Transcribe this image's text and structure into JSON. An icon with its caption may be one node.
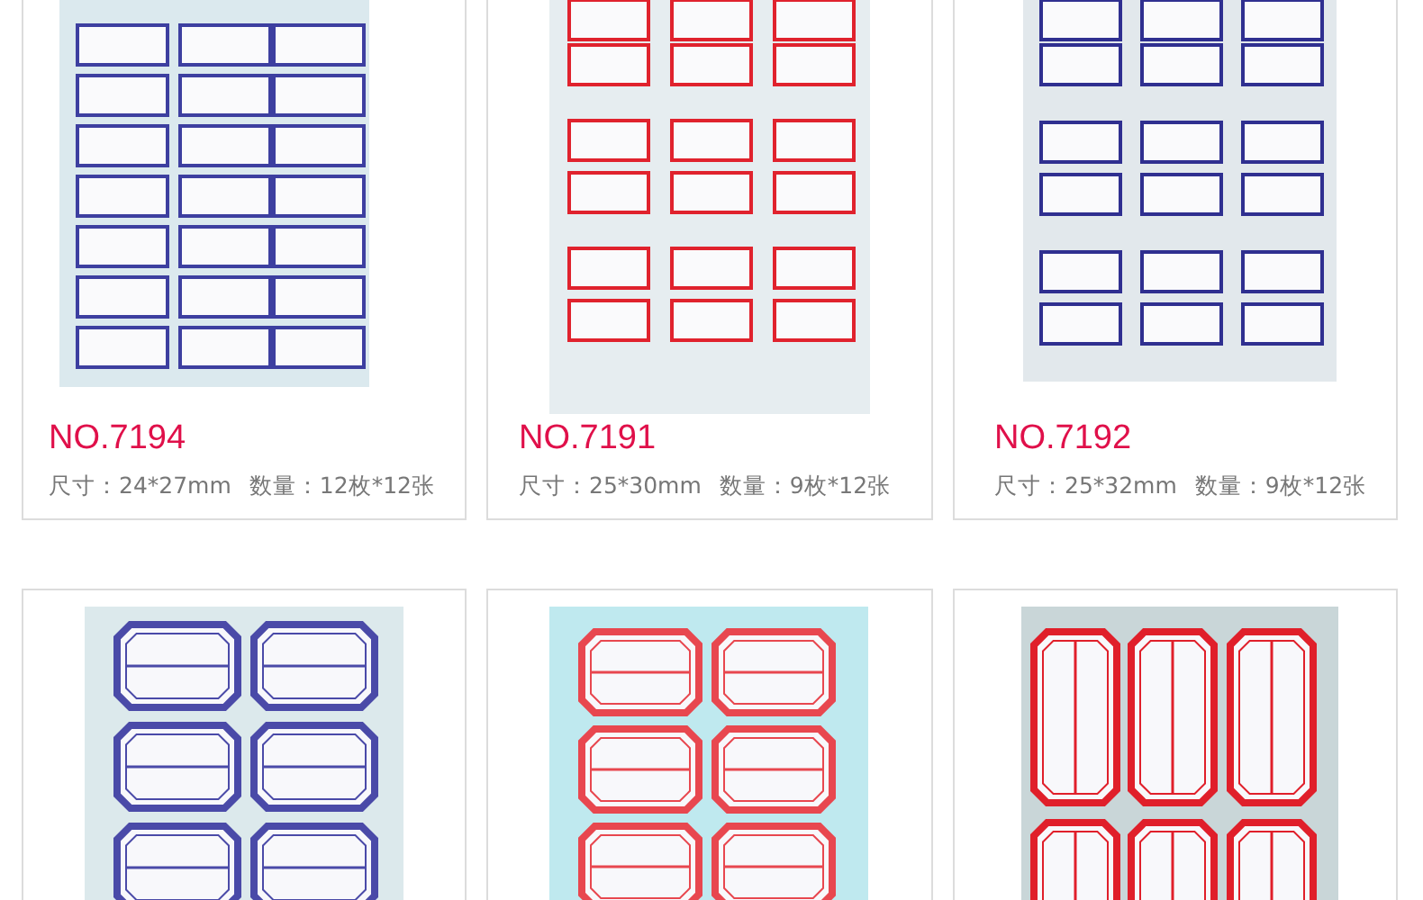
{
  "diagram": {
    "labels": [
      "NO.7194",
      "尺寸：24*27mm",
      "数量：12枚*12张",
      "NO.7191",
      "尺寸：25*30mm",
      "数量：9枚*12张",
      "NO.7192",
      "尺寸：25*32mm",
      "数量：9枚*12张"
    ]
  }
}
